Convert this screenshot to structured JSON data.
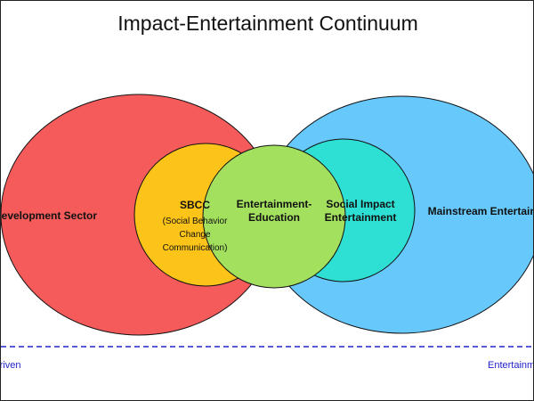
{
  "title": "Impact-Entertainment Continuum",
  "regions": {
    "development": {
      "label": "Development Sector",
      "color": "#f55b5b"
    },
    "sbcc": {
      "label": "SBCC",
      "sublabel_lines": [
        "(Social Behavior",
        "Change",
        "Communication)"
      ],
      "color": "#fcc419"
    },
    "ee": {
      "label_lines": [
        "Entertainment-",
        "Education"
      ],
      "color": "#a3e05e"
    },
    "social_impact": {
      "label_lines": [
        "Social Impact",
        "Entertainment"
      ],
      "color": "#2edfd3"
    },
    "mainstream": {
      "label": "Mainstream Entertainment",
      "color": "#66c8fb"
    }
  },
  "continuum": {
    "left_label": "Impact-Driven",
    "right_label": "Entertainment-Driven",
    "line_color": "#2222cc"
  }
}
